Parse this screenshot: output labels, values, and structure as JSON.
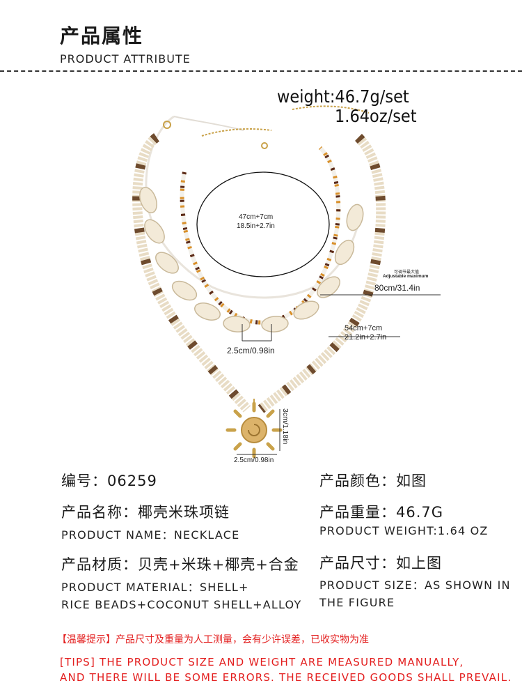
{
  "header": {
    "title_cn": "产品属性",
    "title_en": "PRODUCT ATTRIBUTE"
  },
  "image": {
    "weight_g": "weight:46.7g/set",
    "weight_oz": "1.64oz/set",
    "inner_length_cm": "47cm+7cm",
    "inner_length_in": "18.5in+2.7in",
    "adjustable_cn": "可调节最大值",
    "adjustable_en": "Adjustable maximum",
    "outer_length": "80cm/31.4in",
    "middle_length_cm": "54cm+7cm",
    "middle_length_in": "21.2in+2.7in",
    "shell_size": "2.5cm/0.98in",
    "pendant_height": "3cm/1.18in",
    "pendant_width": "2.5cm/0.98in"
  },
  "attributes": {
    "code": "编号：06259",
    "color": "产品颜色：如图",
    "name_cn": "产品名称：椰壳米珠项链",
    "weight_cn": "产品重量：46.7G",
    "name_en": "PRODUCT NAME：NECKLACE",
    "weight_en": "PRODUCT WEIGHT:1.64 OZ",
    "material_cn": "产品材质：贝壳+米珠+椰壳+合金",
    "size_cn": "产品尺寸：如上图",
    "material_en_1": "PRODUCT MATERIAL：SHELL+",
    "material_en_2": "RICE BEADS+COCONUT SHELL+ALLOY",
    "size_en_1": "PRODUCT SIZE：AS SHOWN IN",
    "size_en_2": "THE FIGURE"
  },
  "tips": {
    "cn": "【温馨提示】产品尺寸及重量为人工测量，会有少许误差，已收实物为准",
    "en_1": "[TIPS] THE PRODUCT SIZE AND WEIGHT ARE MEASURED MANUALLY,",
    "en_2": "AND THERE WILL BE SOME ERRORS. THE RECEIVED GOODS SHALL PREVAIL."
  }
}
